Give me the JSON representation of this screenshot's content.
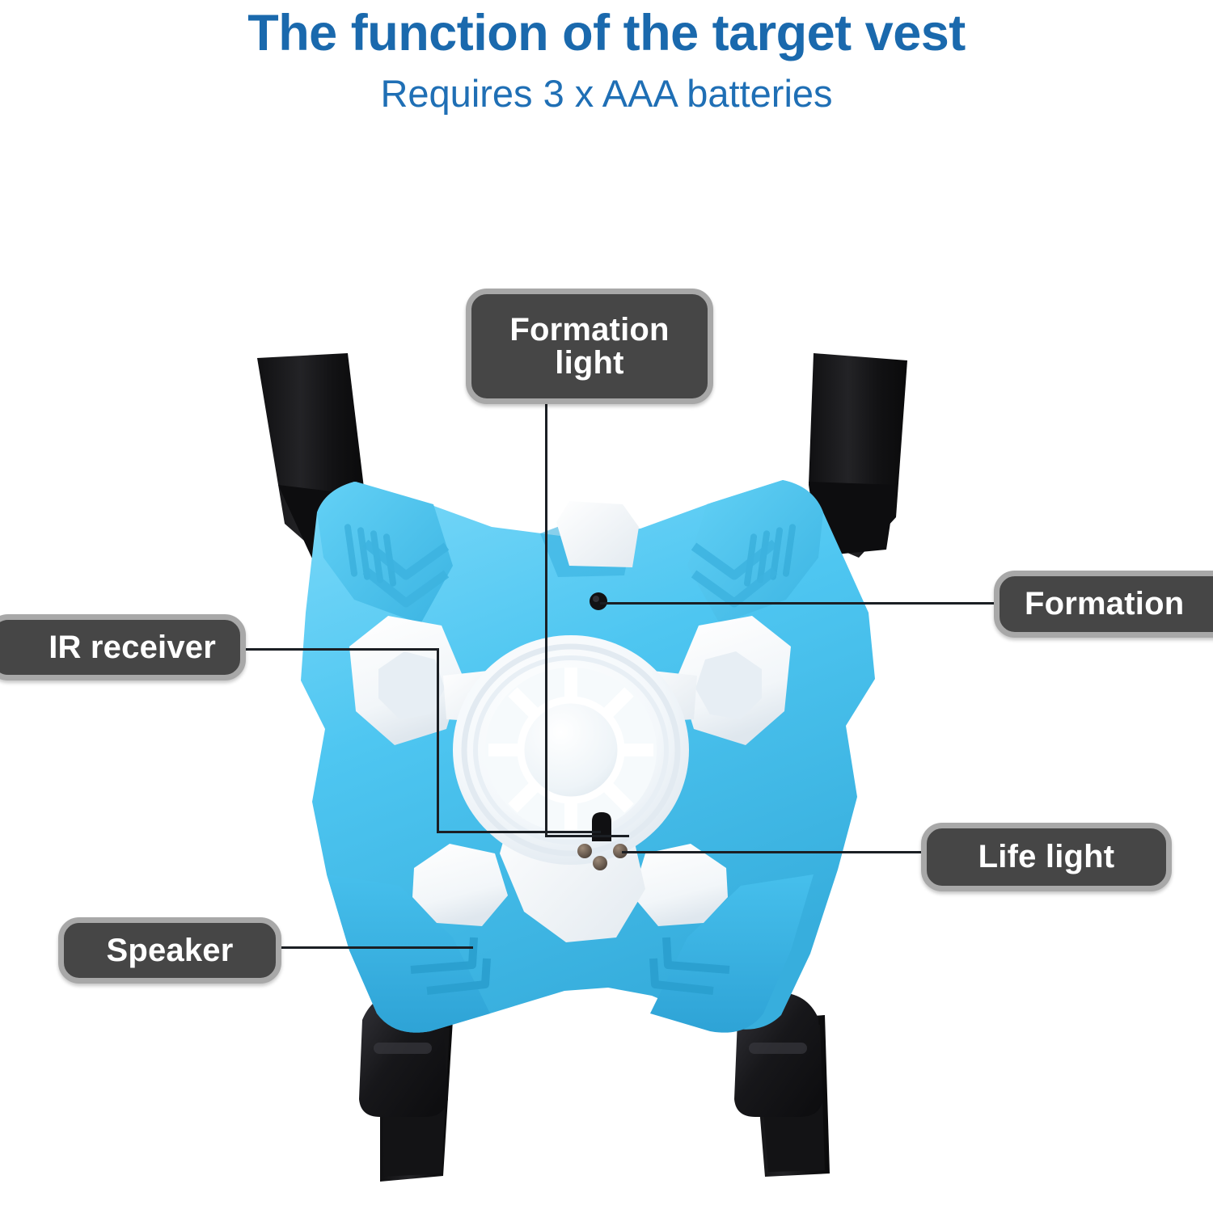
{
  "header": {
    "title": "The function of the target vest",
    "subtitle": "Requires 3 x AAA batteries",
    "title_color": "#1a69ad",
    "subtitle_color": "#1f6fb5"
  },
  "callouts": [
    {
      "id": "formation-light",
      "label_line1": "Formation",
      "label_line2": "light",
      "points_to": "center-dome-light"
    },
    {
      "id": "formation",
      "label": "Formation",
      "points_to": "formation-button"
    },
    {
      "id": "ir-receiver",
      "label": "IR receiver",
      "points_to": "ir-sensor"
    },
    {
      "id": "life-light",
      "label": "Life light",
      "points_to": "life-led-right"
    },
    {
      "id": "speaker",
      "label": "Speaker",
      "points_to": "speaker-grille"
    }
  ],
  "product": {
    "name": "laser tag target vest",
    "colors": {
      "shell_blue": "#4ec6f1",
      "shell_blue_dark": "#35aadb",
      "shell_blue_light": "#7ad8f8",
      "panel_white": "#ffffff",
      "panel_white_shade": "#e8eef3",
      "strap_black": "#17171a",
      "buckle_black": "#1a1a1c",
      "led_dark": "#6b5a4e",
      "sensor_black": "#121214"
    },
    "parts": [
      {
        "name": "left-shoulder-strap",
        "type": "webbing"
      },
      {
        "name": "right-shoulder-strap",
        "type": "webbing"
      },
      {
        "name": "left-waist-strap",
        "type": "webbing"
      },
      {
        "name": "right-waist-strap",
        "type": "webbing"
      },
      {
        "name": "left-buckle",
        "type": "plastic-clip"
      },
      {
        "name": "right-buckle",
        "type": "plastic-clip"
      },
      {
        "name": "center-dome-light",
        "type": "round-led-dome"
      },
      {
        "name": "formation-button",
        "type": "small-black-dot"
      },
      {
        "name": "ir-sensor",
        "type": "black-receiver"
      },
      {
        "name": "life-leds",
        "count": 3
      },
      {
        "name": "speaker-grille",
        "type": "slot-vents"
      }
    ]
  },
  "callout_style": {
    "fill": "#464646",
    "border": "#a8a8a8",
    "text": "#ffffff",
    "leader_line": "#1b1f24"
  }
}
